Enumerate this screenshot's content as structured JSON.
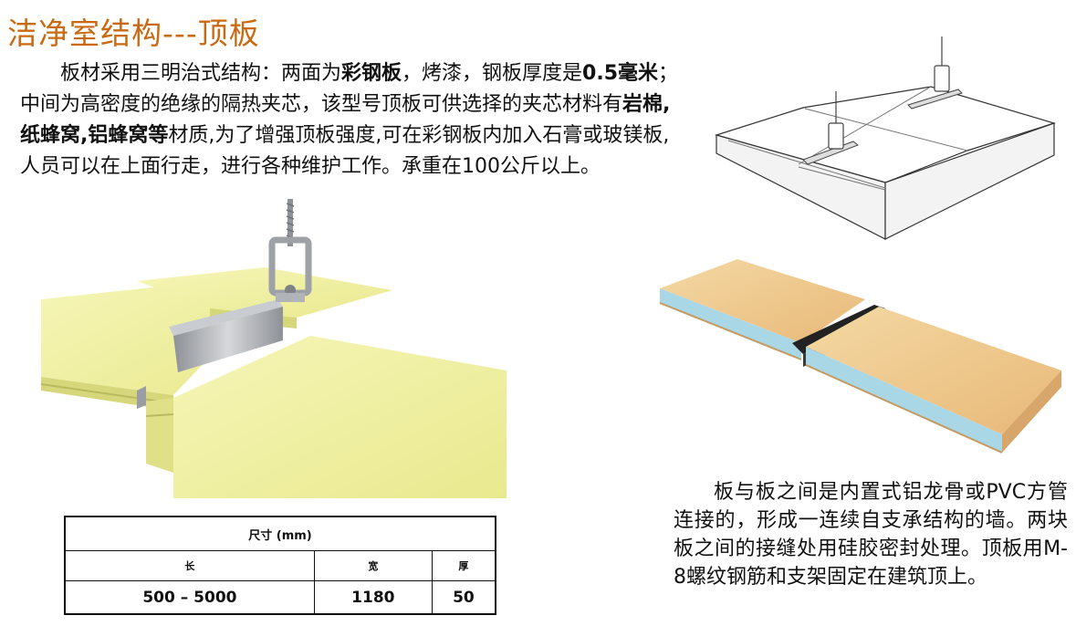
{
  "title": "洁净室结构---顶板",
  "intro": {
    "p1": "板材采用三明治式结构：两面为",
    "b1": "彩钢板",
    "p2": "，烤漆，钢板厚度是",
    "b2": "0.5毫米",
    "p3": "；中间为高密度的绝缘的隔热夹芯，该型号顶板可供选择的夹芯材料有",
    "b3": "岩棉,纸蜂窝,铝蜂窝等",
    "p4": "材质,为了增强顶板强度,可在彩钢板内加入石膏或玻镁板,人员可以在上面行走，进行各种维护工作。承重在100公斤以上。"
  },
  "side_text": "板与板之间是内置式铝龙骨或PVC方管连接的，形成一连续自支承结构的墙。两块板之间的接缝处用硅胶密封处理。顶板用M-8螺纹钢筋和支架固定在建筑顶上。",
  "table": {
    "header": "尺寸 (mm)",
    "columns": [
      "长",
      "宽",
      "厚"
    ],
    "values": [
      "500 – 5000",
      "1180",
      "50"
    ]
  },
  "colors": {
    "title": "#c96a12",
    "panel_yellow": "#f2f2a6",
    "panel_tan": "#efc88c",
    "core_blue": "#9fd2e4",
    "steel": "#b5b8bc"
  }
}
